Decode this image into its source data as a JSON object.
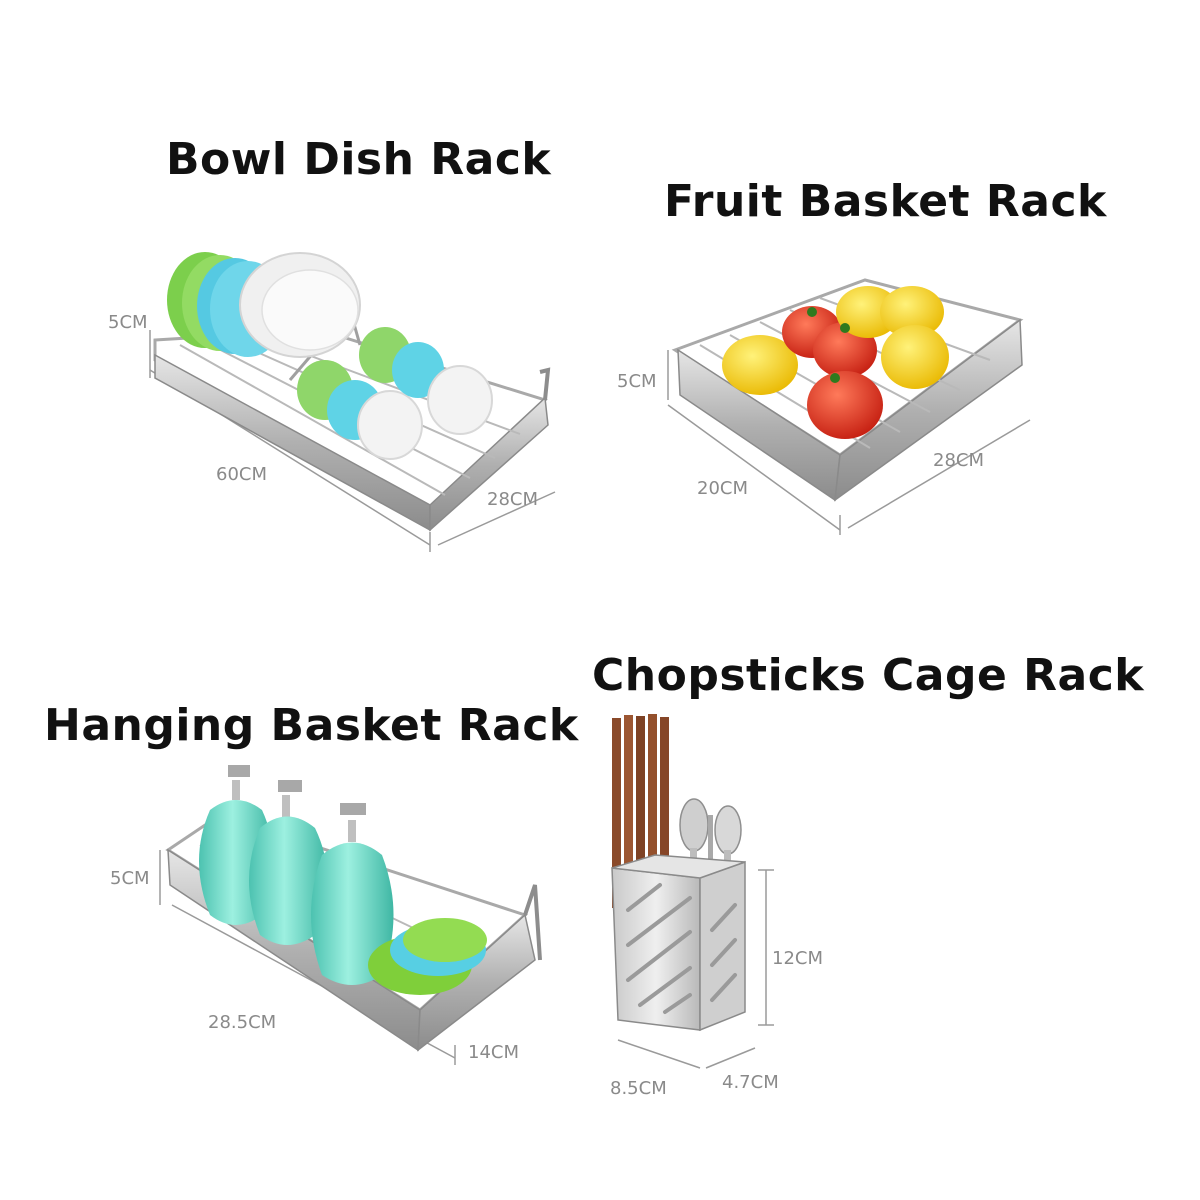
{
  "products": {
    "bowl_dish_rack": {
      "title": "Bowl Dish Rack",
      "height": "5CM",
      "length": "60CM",
      "width": "28CM"
    },
    "fruit_basket_rack": {
      "title": "Fruit Basket Rack",
      "height": "5CM",
      "length": "20CM",
      "width": "28CM"
    },
    "hanging_basket_rack": {
      "title": "Hanging Basket Rack",
      "height": "5CM",
      "length": "28.5CM",
      "width": "14CM"
    },
    "chopsticks_cage_rack": {
      "title": "Chopsticks Cage Rack",
      "height": "12CM",
      "length": "8.5CM",
      "width": "4.7CM"
    }
  },
  "colors": {
    "title_text": "#111111",
    "dimension_text": "#8a8a8a",
    "steel": "#b5b5b5",
    "steel_dark": "#7d7d7d",
    "plate_green": "#8fd16a",
    "plate_cyan": "#5fd3e6",
    "plate_white": "#f2f2f2",
    "lemon": "#f5d21f",
    "tomato": "#e23a22",
    "bottle_teal": "#6fd8c4",
    "sponge_green": "#7fcf3a",
    "wood": "#8a4a2a"
  }
}
